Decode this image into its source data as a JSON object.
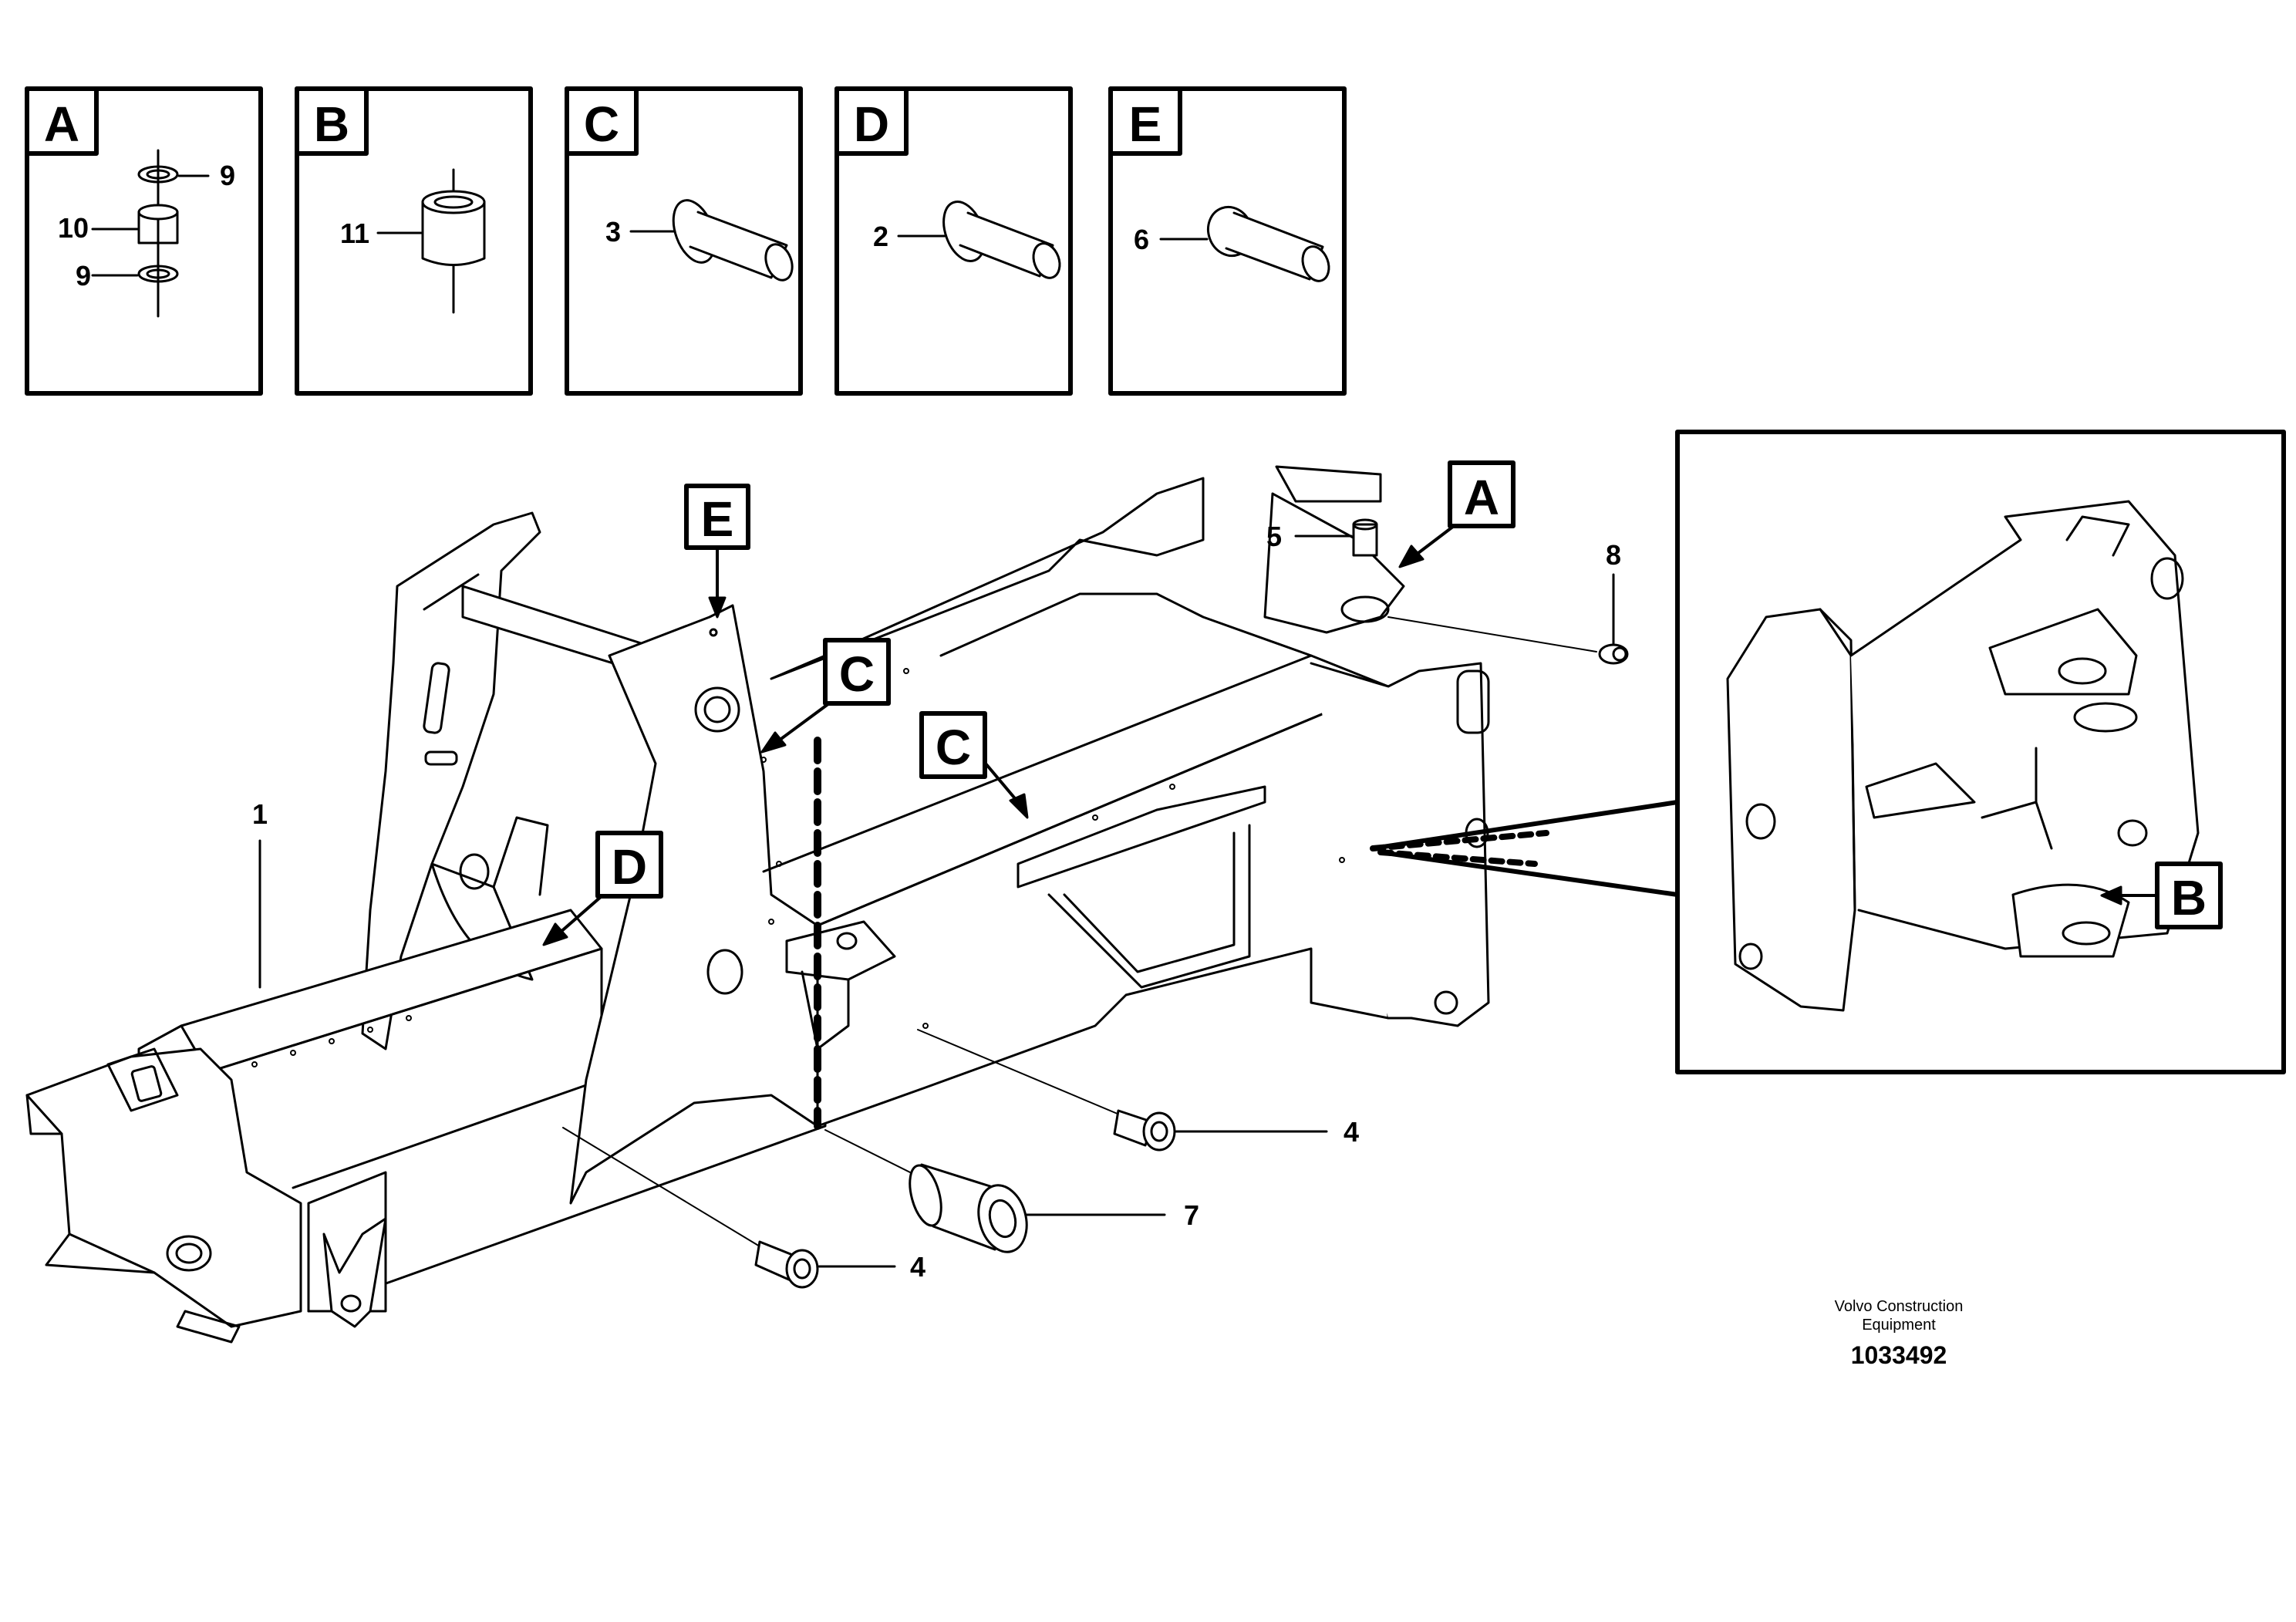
{
  "detail_panels": [
    {
      "letter": "A",
      "callouts": [
        "9",
        "10",
        "9"
      ]
    },
    {
      "letter": "B",
      "callouts": [
        "11"
      ]
    },
    {
      "letter": "C",
      "callouts": [
        "3"
      ]
    },
    {
      "letter": "D",
      "callouts": [
        "2"
      ]
    },
    {
      "letter": "E",
      "callouts": [
        "6"
      ]
    }
  ],
  "main_view": {
    "letter_tags": [
      "E",
      "C",
      "C",
      "D",
      "A",
      "B"
    ],
    "callouts": [
      "1",
      "5",
      "8",
      "4",
      "7",
      "4"
    ]
  },
  "footer": {
    "company_line1": "Volvo Construction",
    "company_line2": "Equipment",
    "drawing_number": "1033492"
  }
}
